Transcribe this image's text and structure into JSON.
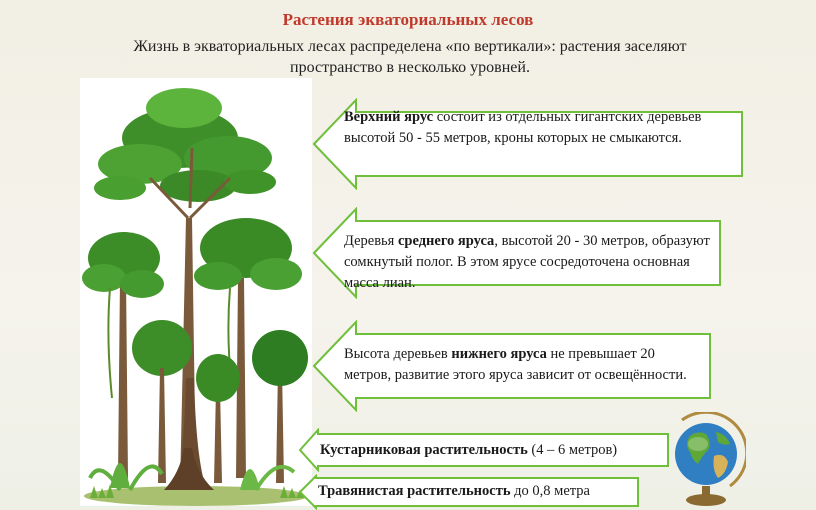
{
  "slide": {
    "title": "Растения экваториальных лесов",
    "subtitle": "Жизнь в экваториальных лесах распределена «по вертикали»: растения заселяют пространство в несколько уровней."
  },
  "layers": [
    {
      "bold": "Верхний ярус",
      "pre": "",
      "post": " состоит из отдельных гигантских деревьев высотой 50 - 55 метров, кроны которых не смыкаются."
    },
    {
      "pre": "Деревья ",
      "bold": "среднего яруса",
      "post": ", высотой 20 - 30 метров, образуют сомкнутый полог. В этом ярусе сосредоточена основная масса лиан."
    },
    {
      "pre": "Высота деревьев ",
      "bold": "нижнего яруса",
      "post": " не превышает 20 метров, развитие этого яруса зависит от освещённости."
    },
    {
      "pre": "",
      "bold": "Кустарниковая растительность",
      "post": " (4 – 6 метров)"
    },
    {
      "pre": "",
      "bold": "Травянистая растительность",
      "post": " до 0,8 метра"
    }
  ],
  "colors": {
    "title": "#c0392b",
    "arrow_border": "#6fbf3a",
    "arrow_fill": "#ffffff"
  },
  "icons": {
    "forest": "rainforest-illustration",
    "globe": "globe-icon"
  }
}
